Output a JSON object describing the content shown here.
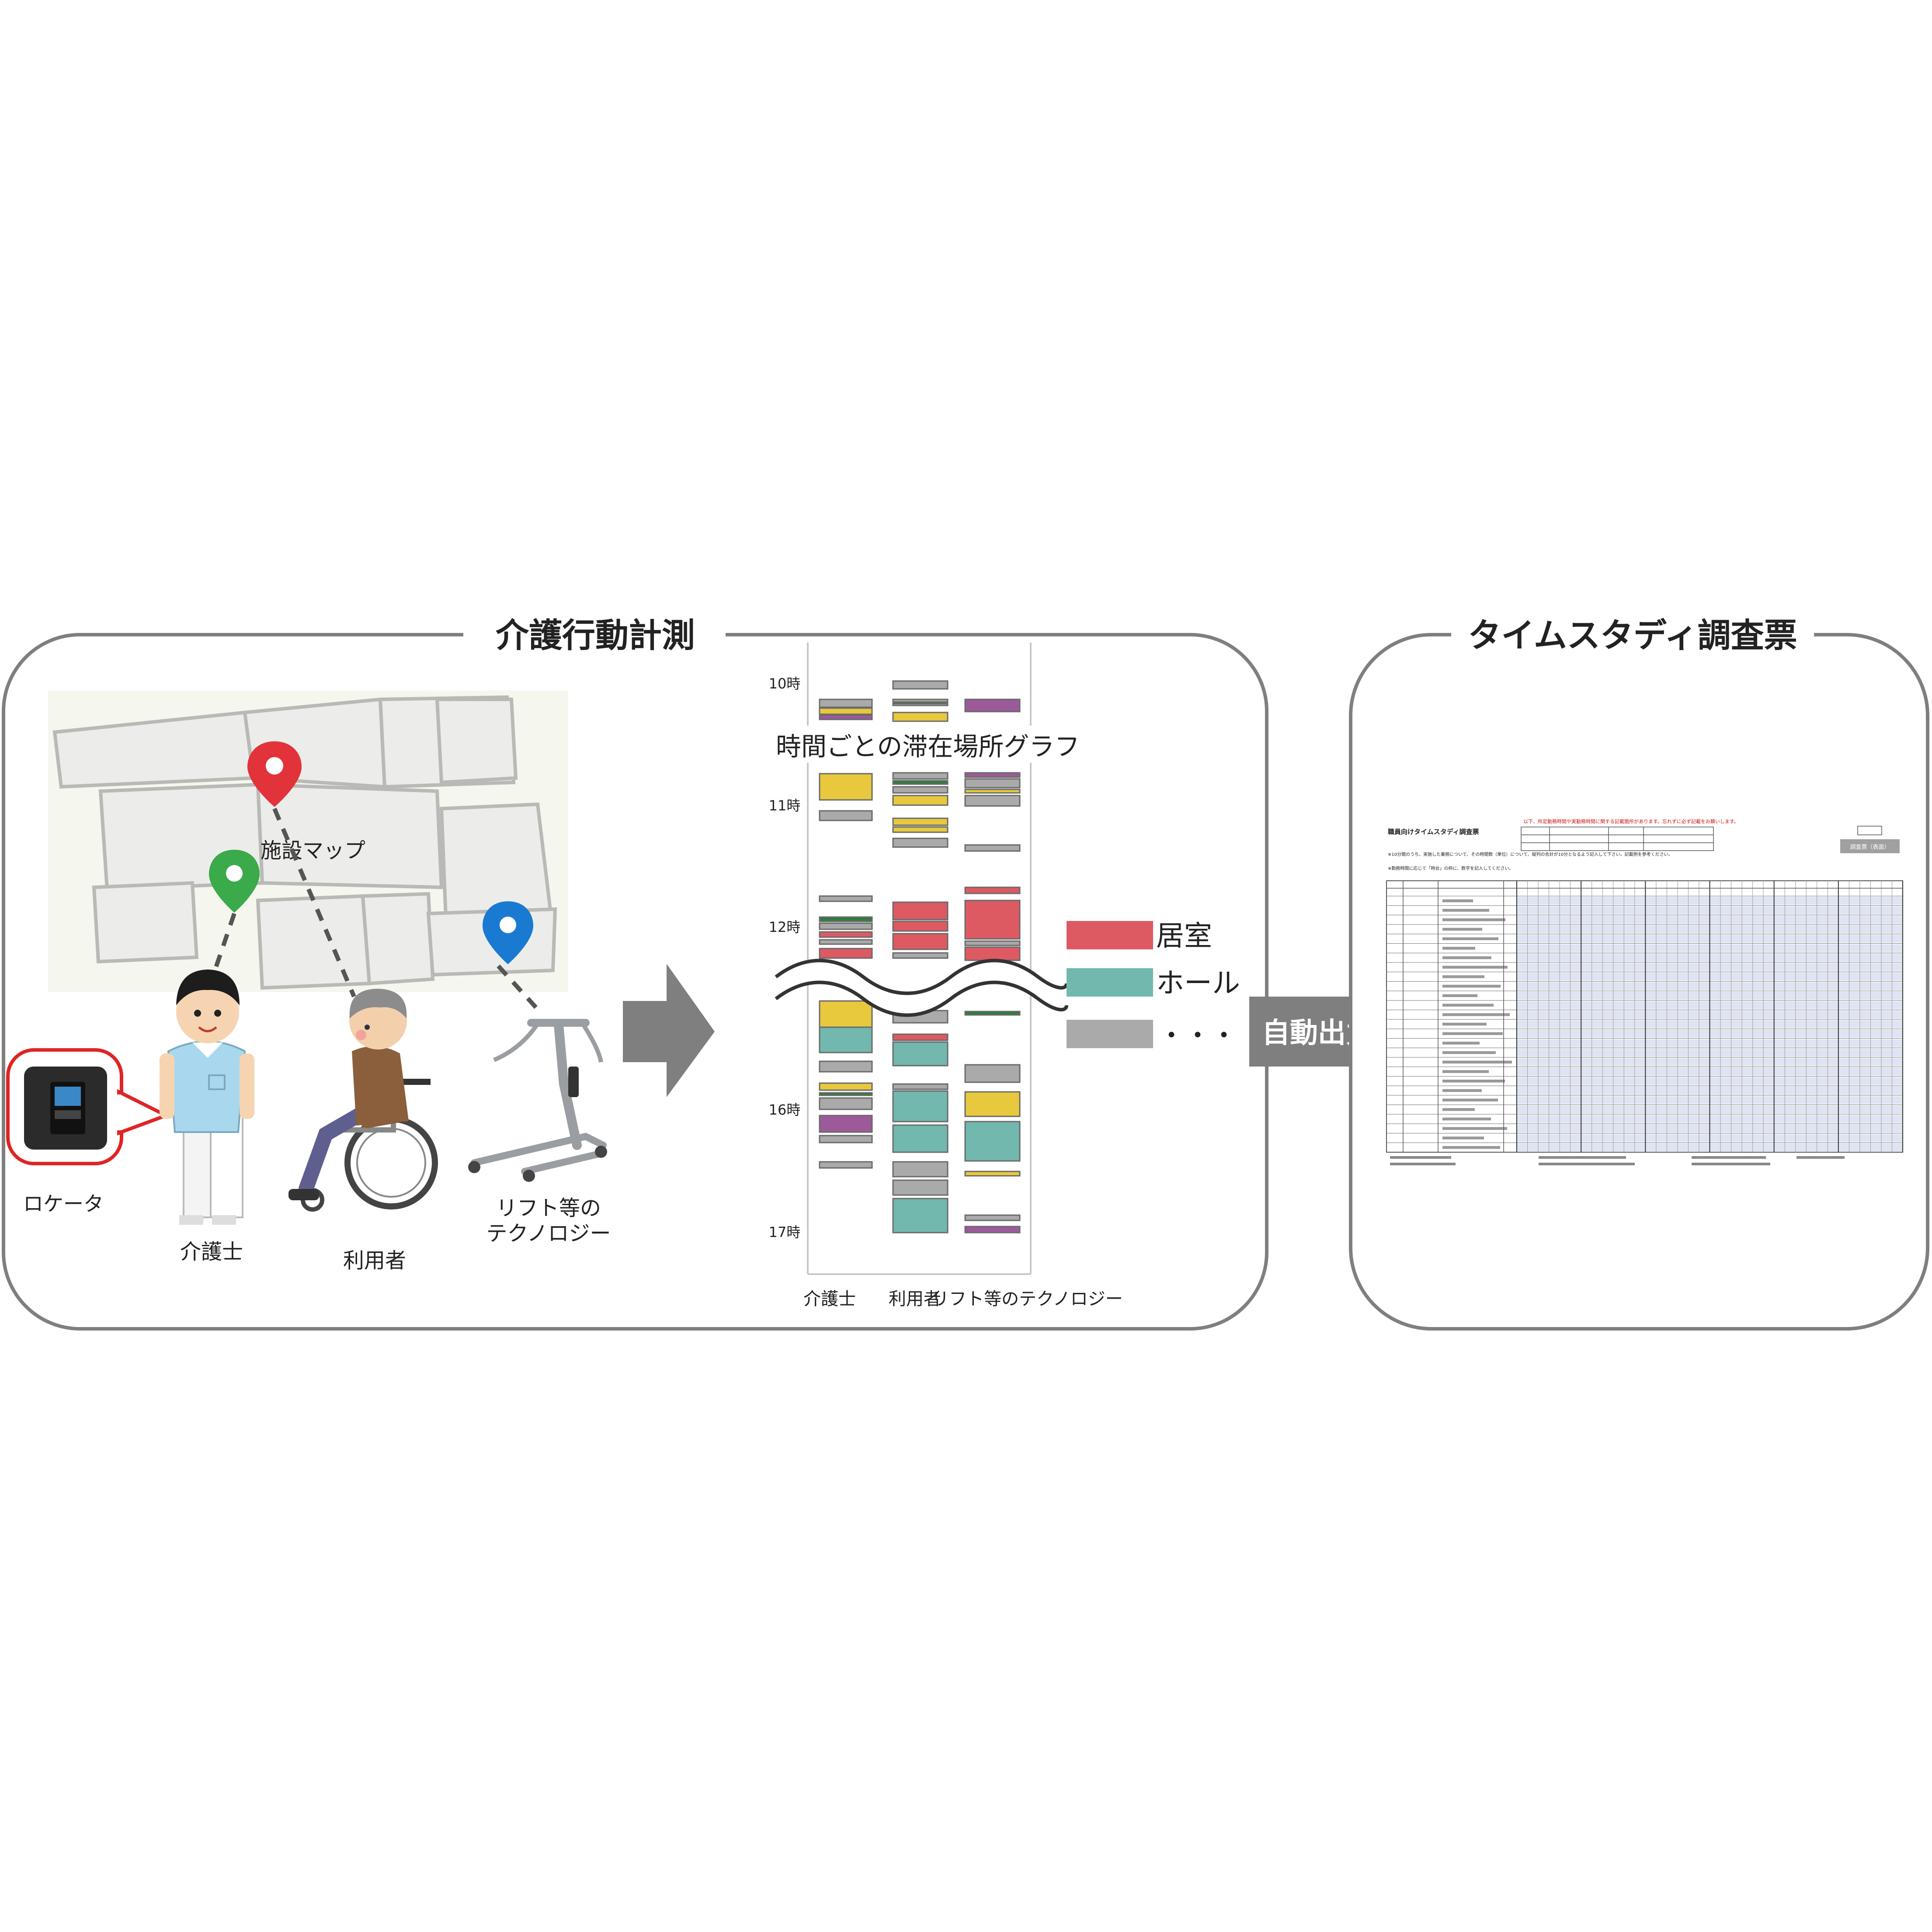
{
  "panels": {
    "left_title": "介護行動計測",
    "right_title": "タイムスタディ調査票"
  },
  "map": {
    "label": "施設マップ"
  },
  "actors": {
    "locator": "ロケータ",
    "caregiver": "介護士",
    "user": "利用者",
    "lift_line1": "リフト等の",
    "lift_line2": "テクノロジー"
  },
  "graph": {
    "title": "時間ごとの滞在場所グラフ",
    "time_labels": [
      "10時",
      "11時",
      "12時",
      "16時",
      "17時"
    ],
    "columns": [
      "介護士",
      "利用者",
      "リフト等のテクノロジー"
    ]
  },
  "legend": {
    "items": [
      {
        "label": "居室",
        "color": "#de5a62"
      },
      {
        "label": "ホール",
        "color": "#72b8ae"
      },
      {
        "label": "・・・",
        "color": "#aaaaaa"
      }
    ]
  },
  "arrows": {
    "auto_output": "自動出力"
  },
  "form": {
    "title": "職員向けタイムスタディ調査票",
    "notice": "以下、所定勤務時間や実勤務時間に関する記載箇所があります。忘れずに必ず記載をお願いします。",
    "badge": "調査票（表面）",
    "note1": "※10分間のうち、実施した業務について、その時間数（単位）について、縦列の合計が10分となるよう記入して下さい。記載例を参考ください。",
    "note2": "※勤務時間に応じて「時台」の枠に、数字を記入してください。"
  },
  "colors": {
    "red": "#de5a62",
    "teal": "#72b8ae",
    "gray": "#aaaaaa",
    "yellow": "#e8c93e",
    "purple": "#9c5a9a",
    "green": "#2e7d3a",
    "arrow": "#7f7f7f"
  }
}
